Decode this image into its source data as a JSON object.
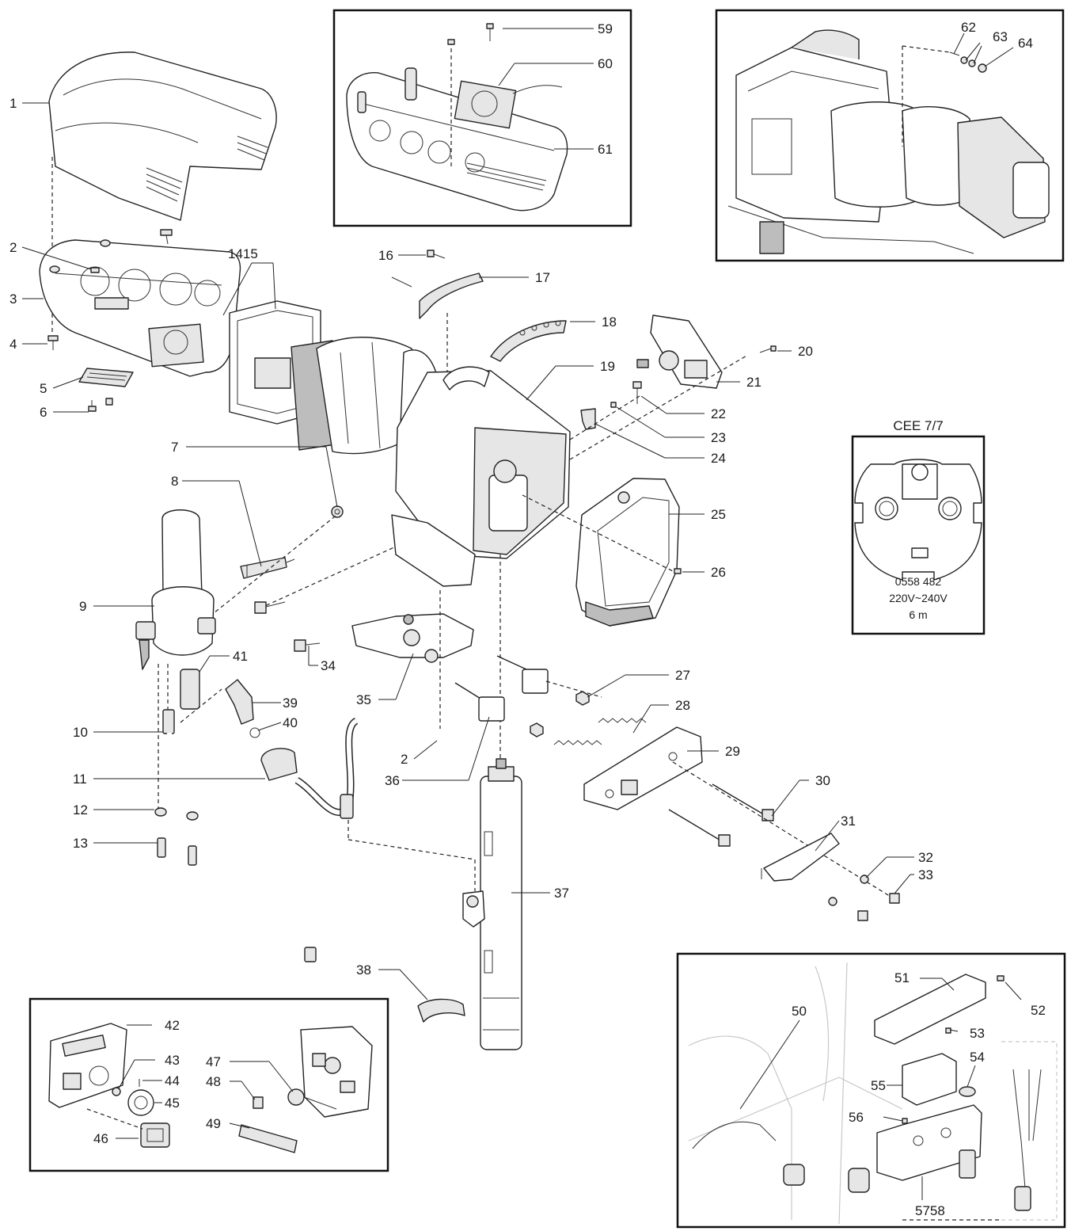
{
  "callouts": {
    "c1": "1",
    "c2": "2",
    "c2b": "2",
    "c3": "3",
    "c4": "4",
    "c5": "5",
    "c6": "6",
    "c7": "7",
    "c8": "8",
    "c9": "9",
    "c10": "10",
    "c11": "11",
    "c12": "12",
    "c13": "13",
    "c1415": "1415",
    "c16": "16",
    "c17": "17",
    "c18": "18",
    "c19": "19",
    "c20": "20",
    "c21": "21",
    "c22": "22",
    "c23": "23",
    "c24": "24",
    "c25": "25",
    "c26": "26",
    "c27": "27",
    "c28": "28",
    "c29": "29",
    "c30": "30",
    "c31": "31",
    "c32": "32",
    "c33": "33",
    "c34": "34",
    "c35": "35",
    "c36": "36",
    "c37": "37",
    "c38": "38",
    "c39": "39",
    "c40": "40",
    "c41": "41",
    "c42": "42",
    "c43": "43",
    "c44": "44",
    "c45": "45",
    "c46": "46",
    "c47": "47",
    "c48": "48",
    "c49": "49",
    "c50": "50",
    "c51": "51",
    "c52": "52",
    "c53": "53",
    "c54": "54",
    "c55": "55",
    "c56": "56",
    "c5758": "5758",
    "c59": "59",
    "c60": "60",
    "c61": "61",
    "c62": "62",
    "c63": "63",
    "c64": "64"
  },
  "plug": {
    "title": "CEE 7/7",
    "part_number": "0558 482",
    "voltage": "220V~240V",
    "cable_length": "6 m"
  }
}
